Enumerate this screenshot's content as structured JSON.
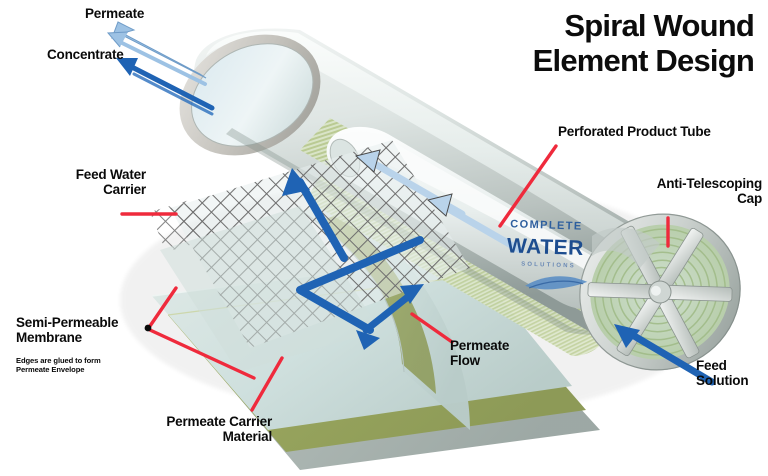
{
  "title": {
    "line1": "Spiral Wound",
    "line2": "Element Design",
    "text": "Spiral Wound\nElement Design"
  },
  "logo": {
    "word1": "COMPLETE",
    "word2": "WATER",
    "word3": "SOLUTIONS",
    "color": "#2e5f9e"
  },
  "labels": {
    "permeate": "Permeate",
    "concentrate": "Concentrate",
    "feed_water_carrier": "Feed Water\nCarrier",
    "semi_permeable_membrane": "Semi-Permeable\nMembrane",
    "semi_permeable_note": "Edges are glued to form\nPermeate Envelope",
    "permeate_carrier_material": "Permeate Carrier\nMaterial",
    "perforated_product_tube": "Perforated Product Tube",
    "anti_telescoping_cap": "Anti-Telescoping\nCap",
    "permeate_flow": "Permeate\nFlow",
    "feed_solution": "Feed\nSolution"
  },
  "colors": {
    "leader_line": "#ef2a3c",
    "arrow_dark_blue": "#1f63b4",
    "arrow_light_blue": "#9dc2e4",
    "membrane_pale": "#cfe0de",
    "permeate_carrier_olive": "#9aa860",
    "vessel_shell": "#c9cfcc",
    "mesh_line": "#6e6e6e",
    "background": "#ffffff",
    "text": "#0a0a0a"
  },
  "icons": {
    "permeate_arrow": "arrow-up-left-light",
    "concentrate_arrow": "arrow-up-left-dark",
    "feed_arrow": "arrow-up-left-blue",
    "flow_arrows": "flow-arrow"
  }
}
